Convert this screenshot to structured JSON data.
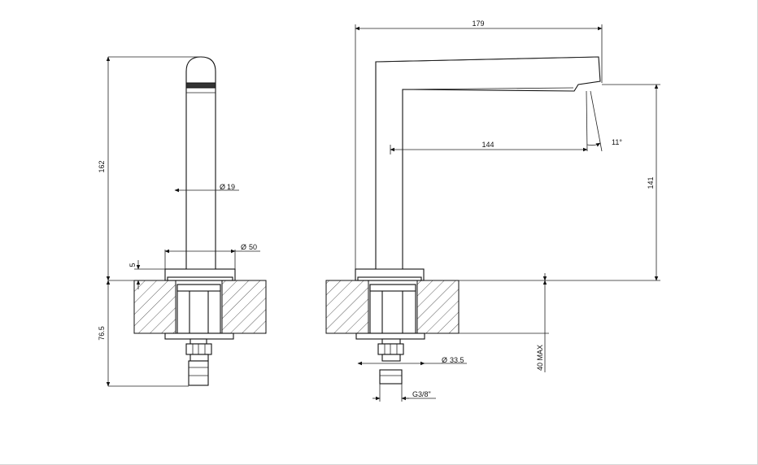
{
  "side_view": {
    "height_total": "162",
    "spout_diameter": "19",
    "base_diameter": "50",
    "plate_thickness": "5",
    "below_counter": "76.5"
  },
  "front_view": {
    "width_total": "179",
    "spout_reach": "144",
    "spout_height": "141",
    "spout_angle": "11°",
    "counter_thickness": "40 MAX",
    "shank_diameter": "33.5",
    "thread": "G3/8\""
  }
}
